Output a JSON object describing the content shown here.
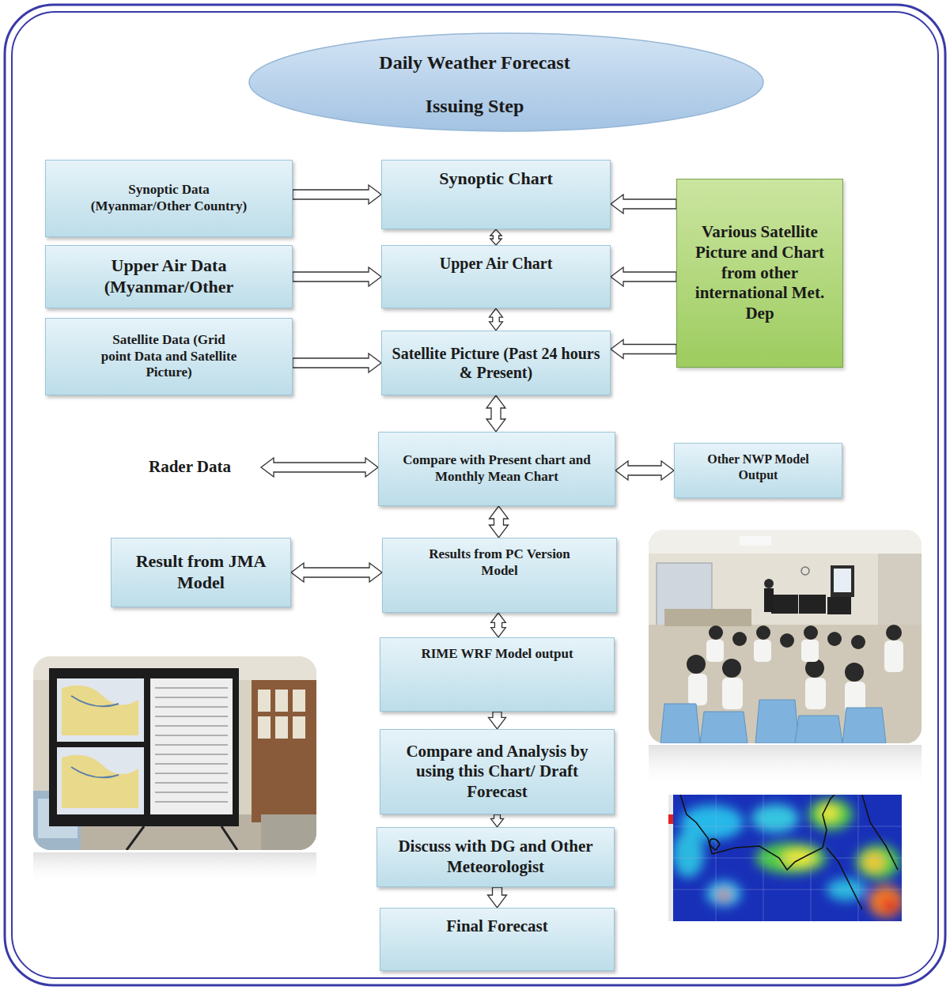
{
  "diagram": {
    "title": "Daily Weather Forecast Issuing Step",
    "nodes": [
      {
        "text": [
          "Synoptic Data (Myanmar/Other Country)"
        ]
      },
      {
        "text": [
          "Synoptic Chart"
        ]
      },
      {
        "text": [
          "Various Satellite Picture and Chart from other international Met. Dep"
        ]
      },
      {
        "text": [
          "Upper Air Data (Myanmar/Other"
        ]
      },
      {
        "text": [
          "Upper Air Chart"
        ]
      },
      {
        "text": [
          "Satellite Data (Grid point Data and Satellite Picture)"
        ]
      },
      {
        "text": [
          "Satellite Picture (Past 24 hours & Present)"
        ]
      },
      {
        "text": [
          "Rader Data"
        ]
      },
      {
        "text": [
          "Compare with Present chart and Monthly Mean Chart"
        ]
      },
      {
        "text": [
          "Other NWP Model Output"
        ]
      },
      {
        "text": [
          "Result from JMA Model"
        ]
      },
      {
        "text": [
          "Results from PC Version Model"
        ]
      },
      {
        "text": [
          "RIME WRF Model output"
        ]
      },
      {
        "text": [
          "Compare and Analysis by using this Chart/ Draft Forecast"
        ]
      },
      {
        "text": [
          "Discuss with DG and Other Meteorologist"
        ]
      },
      {
        "text": [
          "Final Forecast"
        ]
      }
    ],
    "edges": [
      {
        "from": 0,
        "to": 1,
        "arrow": "to"
      },
      {
        "from": 2,
        "to": 1,
        "arrow": "to"
      },
      {
        "from": 1,
        "to": 4,
        "arrow": "both"
      },
      {
        "from": 3,
        "to": 4,
        "arrow": "to"
      },
      {
        "from": 2,
        "to": 4,
        "arrow": "to"
      },
      {
        "from": 4,
        "to": 6,
        "arrow": "both"
      },
      {
        "from": 5,
        "to": 6,
        "arrow": "to"
      },
      {
        "from": 2,
        "to": 6,
        "arrow": "to"
      },
      {
        "from": 6,
        "to": 8,
        "arrow": "both"
      },
      {
        "from": 7,
        "to": 8,
        "arrow": "both"
      },
      {
        "from": 8,
        "to": 9,
        "arrow": "both"
      },
      {
        "from": 8,
        "to": 11,
        "arrow": "both"
      },
      {
        "from": 10,
        "to": 11,
        "arrow": "both"
      },
      {
        "from": 11,
        "to": 12,
        "arrow": "both"
      },
      {
        "from": 12,
        "to": 13,
        "arrow": "to"
      },
      {
        "from": 13,
        "to": 14,
        "arrow": "to"
      },
      {
        "from": 14,
        "to": 15,
        "arrow": "to"
      }
    ]
  }
}
